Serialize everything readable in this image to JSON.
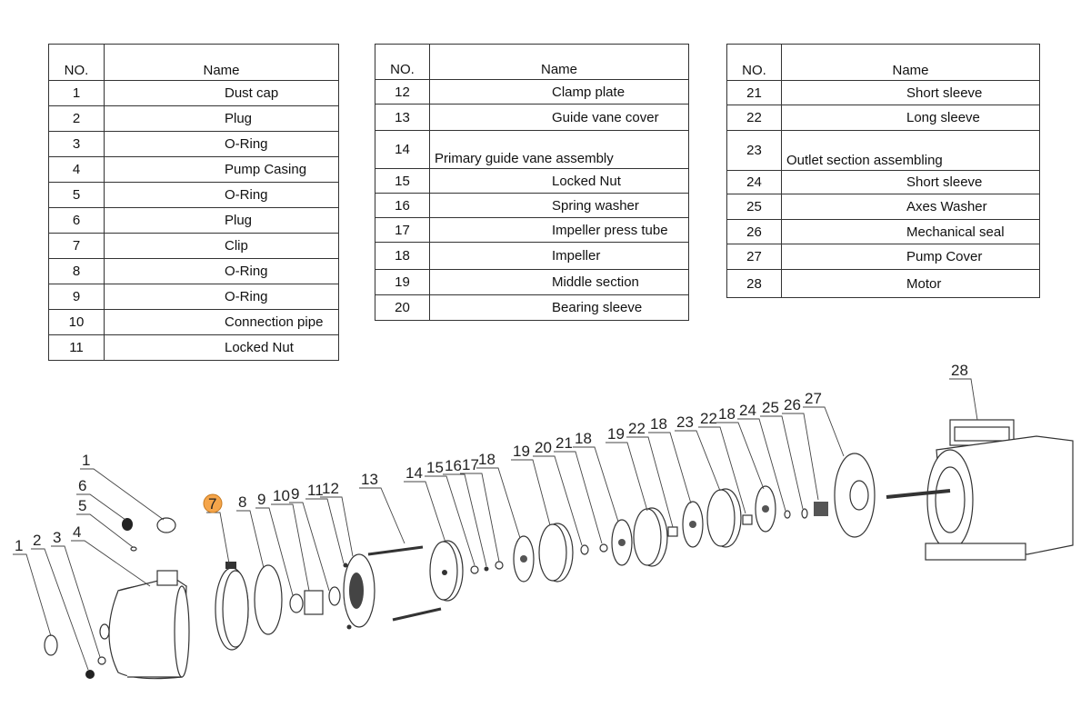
{
  "tables": [
    {
      "header": {
        "no": "NO.",
        "name": "Name"
      },
      "rows": [
        {
          "no": "1",
          "name": "Dust cap"
        },
        {
          "no": "2",
          "name": "Plug"
        },
        {
          "no": "3",
          "name": "O-Ring"
        },
        {
          "no": "4",
          "name": "Pump Casing"
        },
        {
          "no": "5",
          "name": "O-Ring"
        },
        {
          "no": "6",
          "name": "Plug"
        },
        {
          "no": "7",
          "name": "Clip"
        },
        {
          "no": "8",
          "name": "O-Ring"
        },
        {
          "no": "9",
          "name": "O-Ring"
        },
        {
          "no": "10",
          "name": "Connection pipe"
        },
        {
          "no": "11",
          "name": "Locked Nut"
        }
      ]
    },
    {
      "header": {
        "no": "NO.",
        "name": "Name"
      },
      "rows": [
        {
          "no": "12",
          "name": "Clamp plate"
        },
        {
          "no": "13",
          "name": "Guide vane cover"
        },
        {
          "no": "14",
          "name": "Primary guide vane assembly"
        },
        {
          "no": "15",
          "name": "Locked Nut"
        },
        {
          "no": "16",
          "name": "Spring washer"
        },
        {
          "no": "17",
          "name": "Impeller press tube"
        },
        {
          "no": "18",
          "name": "Impeller"
        },
        {
          "no": "19",
          "name": "Middle section"
        },
        {
          "no": "20",
          "name": "Bearing sleeve"
        }
      ]
    },
    {
      "header": {
        "no": "NO.",
        "name": "Name"
      },
      "rows": [
        {
          "no": "21",
          "name": "Short sleeve"
        },
        {
          "no": "22",
          "name": "Long sleeve"
        },
        {
          "no": "23",
          "name": "Outlet section assembling"
        },
        {
          "no": "24",
          "name": "Short sleeve"
        },
        {
          "no": "25",
          "name": "Axes Washer"
        },
        {
          "no": "26",
          "name": "Mechanical seal"
        },
        {
          "no": "27",
          "name": "Pump Cover"
        },
        {
          "no": "28",
          "name": "Motor"
        }
      ]
    }
  ],
  "callouts": [
    "1",
    "6",
    "5",
    "1",
    "2",
    "3",
    "4",
    "7",
    "8",
    "9",
    "10",
    "9",
    "11",
    "12",
    "13",
    "14",
    "15",
    "16",
    "17",
    "18",
    "19",
    "20",
    "21",
    "18",
    "19",
    "22",
    "18",
    "23",
    "22",
    "18",
    "24",
    "25",
    "26",
    "27",
    "28"
  ],
  "highlight_color": "#f5a54a"
}
